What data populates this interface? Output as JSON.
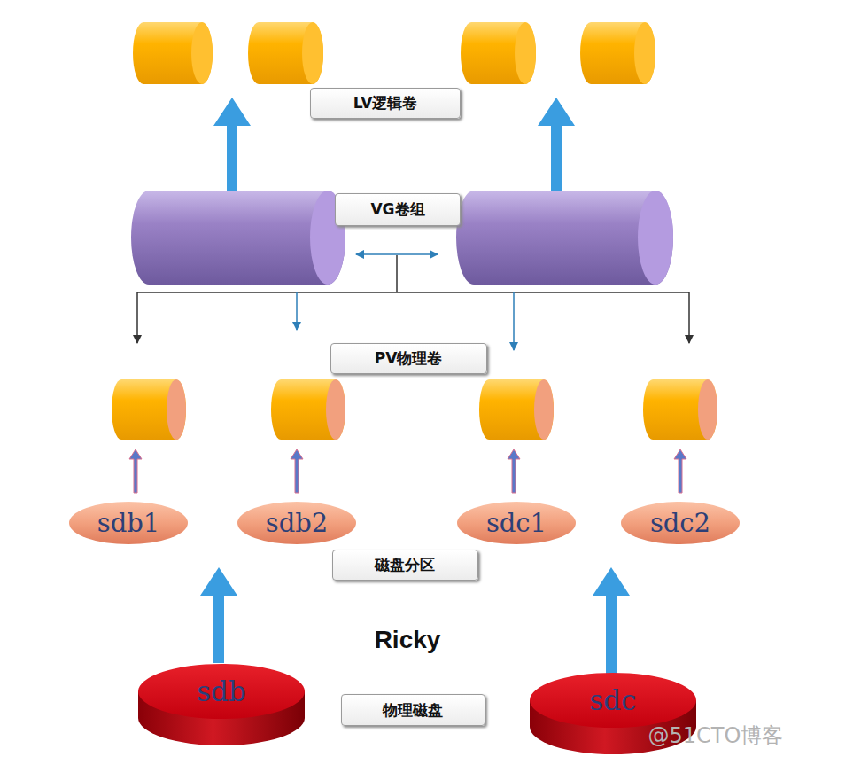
{
  "diagram": {
    "nodes": [
      {
        "text": [
          "LV逻辑卷"
        ]
      },
      {
        "text": [
          "VG卷组"
        ]
      },
      {
        "text": [
          "PV物理卷"
        ]
      },
      {
        "text": [
          "sdb1"
        ]
      },
      {
        "text": [
          "sdb2"
        ]
      },
      {
        "text": [
          "sdc1"
        ]
      },
      {
        "text": [
          "sdc2"
        ]
      },
      {
        "text": [
          "磁盘分区"
        ]
      },
      {
        "text": [
          "sdb"
        ]
      },
      {
        "text": [
          "物理磁盘"
        ]
      },
      {
        "text": [
          "sdc"
        ]
      }
    ],
    "labels": [
      "Ricky",
      "@51CTO博客"
    ]
  }
}
